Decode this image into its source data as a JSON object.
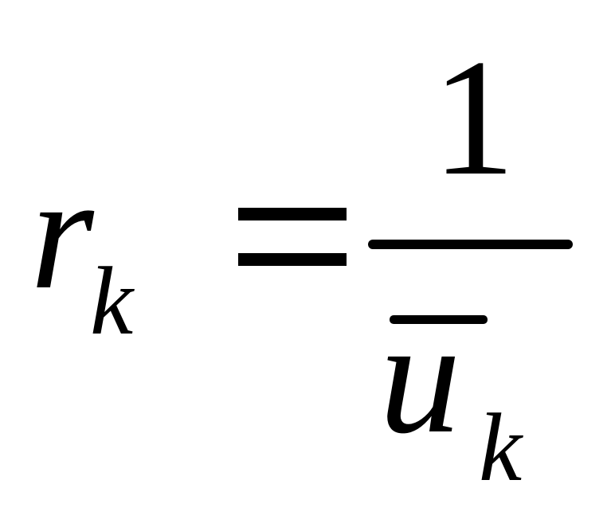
{
  "formula": {
    "lhs_symbol": "r",
    "lhs_subscript": "k",
    "operator": "=",
    "numerator": "1",
    "denominator_symbol": "u",
    "denominator_subscript": "k"
  }
}
